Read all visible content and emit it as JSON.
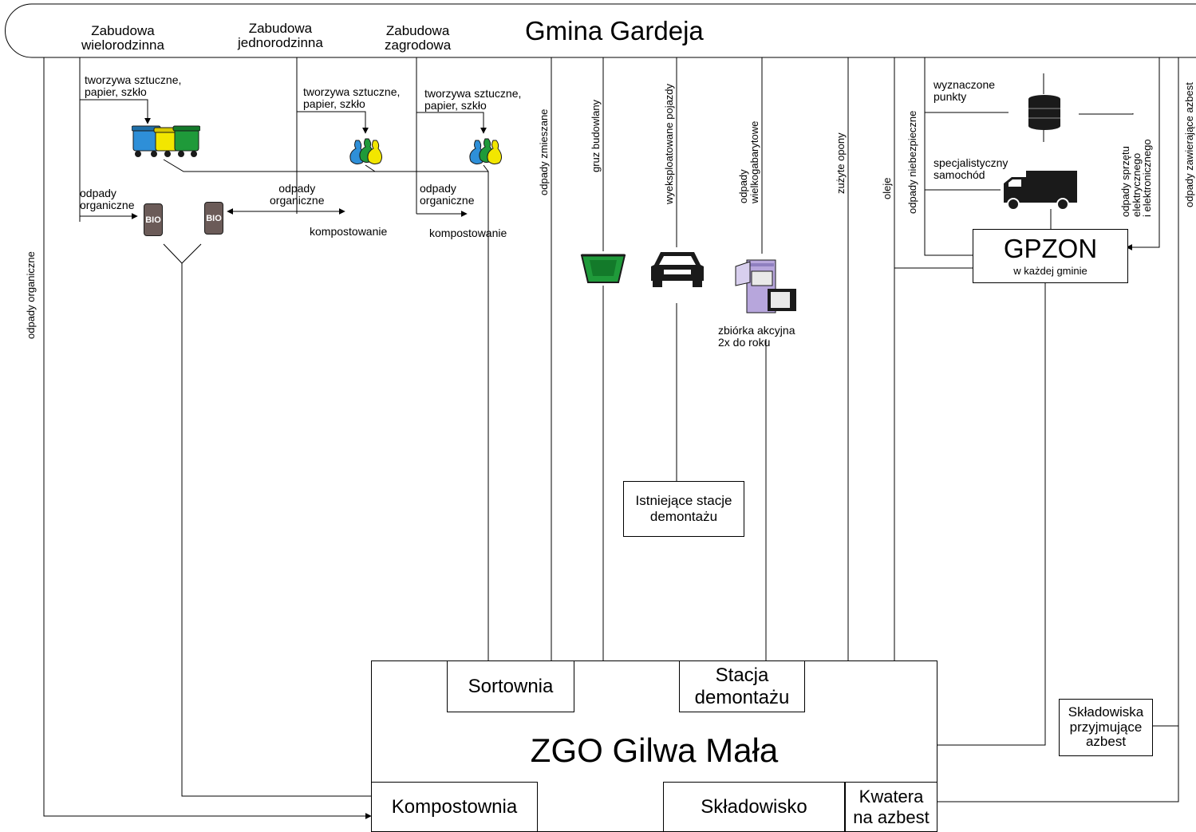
{
  "title": "Gmina Gardeja",
  "sources": {
    "wielorodzinna": "Zabudowa\nwielorodzinna",
    "jednorodzinna": "Zabudowa\njednorodzinna",
    "zagrodowa": "Zabudowa\nzagrodowa"
  },
  "labels": {
    "segregated_1": "tworzywa sztuczne,\npapier, szkło",
    "segregated_2": "tworzywa sztuczne,\npapier, szkło",
    "segregated_3": "tworzywa sztuczne,\npapier, szkło",
    "organic_1": "odpady\norganiczne",
    "organic_2": "odpady\norganiczne",
    "organic_3": "odpady\norganiczne",
    "composting_1": "kompostowanie",
    "composting_2": "kompostowanie",
    "bio": "BIO",
    "collection": "zbiórka akcyjna\n2x do roku",
    "designated_points": "wyznaczone\npunkty",
    "special_vehicle": "specjalistyczny\nsamochód"
  },
  "streams": {
    "organic_left": "odpady organiczne",
    "mixed": "odpady zmieszane",
    "rubble": "gruz budowlany",
    "vehicles": "wyeksploatowane pojazdy",
    "bulky": "odpady\nwielkogabarytowe",
    "tires": "zużyte opony",
    "oils": "oleje",
    "hazardous": "odpady niebezpieczne",
    "electronic": "odpady sprzętu\nelektrycznego\ni elektronicznego",
    "asbestos": "odpady zawierające azbest"
  },
  "boxes": {
    "gpzon_title": "GPZON",
    "gpzon_sub": "w każdej gminie",
    "dismantling_existing": "Istniejące stacje\ndemontażu",
    "sorting": "Sortownia",
    "dismantling": "Stacja\ndemontażu",
    "zgo": "ZGO Gilwa Mała",
    "composting_plant": "Kompostownia",
    "landfill": "Składowisko",
    "asbestos_quarter": "Kwatera\nna azbest",
    "asbestos_landfills": "Składowiska\nprzyjmujące\nazbest"
  },
  "colors": {
    "bin_blue": "#2e8fd8",
    "bin_yellow": "#f2e600",
    "bin_green": "#1f9a3a",
    "bio_bin": "#6b5b58",
    "skip_green": "#1f9a3a",
    "dark": "#1a1a1a",
    "fridge_purple": "#b7a6dc"
  },
  "icons": {
    "bins": "waste-bins-icon",
    "bags": "waste-bags-icon",
    "bio_bin": "bio-bin-icon",
    "skip": "skip-container-icon",
    "car": "car-icon",
    "appliances": "appliances-icon",
    "barrel": "barrel-icon",
    "truck": "truck-icon"
  }
}
